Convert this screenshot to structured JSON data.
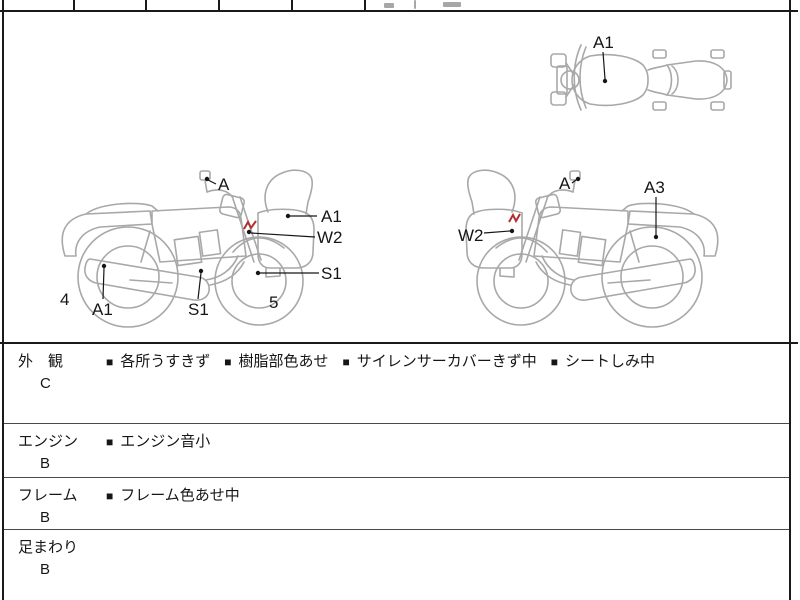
{
  "diagram": {
    "top_view": {
      "label_tank": "A1"
    },
    "left_bike": {
      "label_mirror": "A",
      "label_front_cowl": "A1",
      "label_front_fork": "W2",
      "label_front_wheel": "S1",
      "label_rear_number": "4",
      "label_muffler": "A1",
      "label_underframe": "S1",
      "label_front_number": "5"
    },
    "right_bike": {
      "label_front_cowl": "W2",
      "label_mirror": "A",
      "label_side_cover": "A3"
    }
  },
  "inspection": {
    "bullet": "■",
    "rows": [
      {
        "section": "外　観",
        "grade": "C",
        "notes": [
          "各所うすきず",
          "樹脂部色あせ",
          "サイレンサーカバーきず中",
          "シートしみ中"
        ]
      },
      {
        "section": "エンジン",
        "grade": "B",
        "notes": [
          "エンジン音小"
        ]
      },
      {
        "section": "フレーム",
        "grade": "B",
        "notes": [
          "フレーム色あせ中"
        ]
      },
      {
        "section": "足まわり",
        "grade": "B",
        "notes": []
      }
    ]
  },
  "colors": {
    "line": "#a8a8a8",
    "label": "#161616",
    "mark_red": "#b03030"
  }
}
